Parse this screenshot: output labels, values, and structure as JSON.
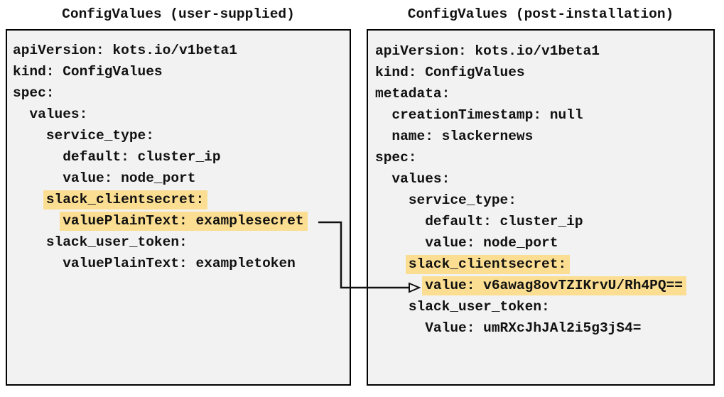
{
  "colors": {
    "page_bg": "#ffffff",
    "panel_bg": "#f2f2f2",
    "panel_border": "#000000",
    "highlight": "#fbde92",
    "text": "#111111",
    "arrow": "#111111"
  },
  "panels": [
    {
      "title": "ConfigValues (user-supplied)",
      "lines": [
        {
          "text": "apiVersion: kots.io/v1beta1",
          "highlight": false
        },
        {
          "text": "kind: ConfigValues",
          "highlight": false
        },
        {
          "text": "spec:",
          "highlight": false
        },
        {
          "text": "  values:",
          "highlight": false
        },
        {
          "text": "    service_type:",
          "highlight": false
        },
        {
          "text": "      default: cluster_ip",
          "highlight": false
        },
        {
          "text": "      value: node_port",
          "highlight": false
        },
        {
          "text": "    slack_clientsecret:",
          "highlight": true
        },
        {
          "text": "      valuePlainText: examplesecret",
          "highlight": true
        },
        {
          "text": "    slack_user_token:",
          "highlight": false
        },
        {
          "text": "      valuePlainText: exampletoken",
          "highlight": false
        }
      ]
    },
    {
      "title": "ConfigValues (post-installation)",
      "lines": [
        {
          "text": "apiVersion: kots.io/v1beta1",
          "highlight": false
        },
        {
          "text": "kind: ConfigValues",
          "highlight": false
        },
        {
          "text": "metadata:",
          "highlight": false
        },
        {
          "text": "  creationTimestamp: null",
          "highlight": false
        },
        {
          "text": "  name: slackernews",
          "highlight": false
        },
        {
          "text": "spec:",
          "highlight": false
        },
        {
          "text": "  values:",
          "highlight": false
        },
        {
          "text": "    service_type:",
          "highlight": false
        },
        {
          "text": "      default: cluster_ip",
          "highlight": false
        },
        {
          "text": "      value: node_port",
          "highlight": false
        },
        {
          "text": "    slack_clientsecret:",
          "highlight": true
        },
        {
          "text": "      value: v6awag8ovTZIKrvU/Rh4PQ==",
          "highlight": true
        },
        {
          "text": "    slack_user_token:",
          "highlight": false
        },
        {
          "text": "      Value: umRXcJhJAl2i5g3jS4=",
          "highlight": false
        }
      ]
    }
  ],
  "arrow": {
    "from": "valuePlainText: examplesecret (user-supplied)",
    "to": "value: v6awag8ovTZIKrvU/Rh4PQ== (post-installation)"
  }
}
